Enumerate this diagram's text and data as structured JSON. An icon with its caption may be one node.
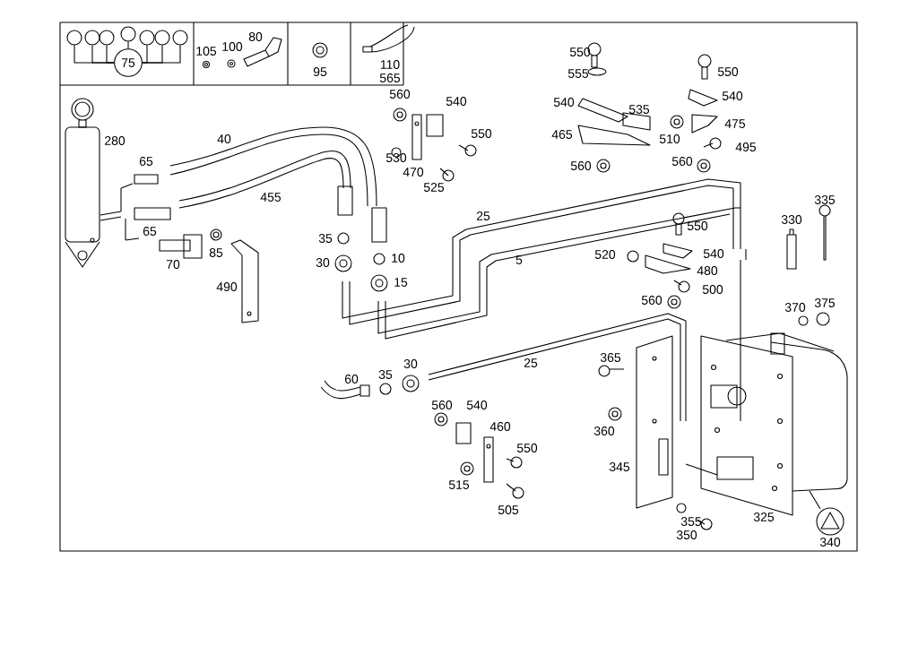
{
  "diagram": {
    "nodes": [
      {
        "text": [
          "75"
        ]
      },
      {
        "text": [],
        "shape": "circle"
      },
      {
        "text": [],
        "shape": "circle"
      },
      {
        "text": [],
        "shape": "circle"
      },
      {
        "text": [],
        "shape": "circle"
      },
      {
        "text": [],
        "shape": "circle"
      },
      {
        "text": [],
        "shape": "circle"
      },
      {
        "text": [],
        "shape": "circle"
      }
    ],
    "edges": [
      {
        "from": 0,
        "to": 1,
        "arrow": "none"
      },
      {
        "from": 0,
        "to": 2,
        "arrow": "none"
      },
      {
        "from": 0,
        "to": 3,
        "arrow": "none"
      },
      {
        "from": 0,
        "to": 4,
        "arrow": "none"
      },
      {
        "from": 0,
        "to": 5,
        "arrow": "none"
      },
      {
        "from": 0,
        "to": 6,
        "arrow": "none"
      },
      {
        "from": 0,
        "to": 7,
        "arrow": "none"
      }
    ],
    "labels": [
      "105",
      "100",
      "80",
      "95",
      "110",
      "565",
      "550",
      "555",
      "540",
      "535",
      "465",
      "560",
      "550",
      "540",
      "475",
      "510",
      "495",
      "560",
      "560",
      "540",
      "550",
      "530",
      "470",
      "525",
      "280",
      "40",
      "65",
      "455",
      "65",
      "70",
      "85",
      "490",
      "25",
      "5",
      "550",
      "520",
      "540",
      "480",
      "500",
      "560",
      "330",
      "335",
      "370",
      "375",
      "35",
      "10",
      "30",
      "15",
      "60",
      "35",
      "30",
      "25",
      "365",
      "560",
      "540",
      "460",
      "550",
      "515",
      "505",
      "360",
      "345",
      "355",
      "350",
      "325",
      "340"
    ]
  }
}
